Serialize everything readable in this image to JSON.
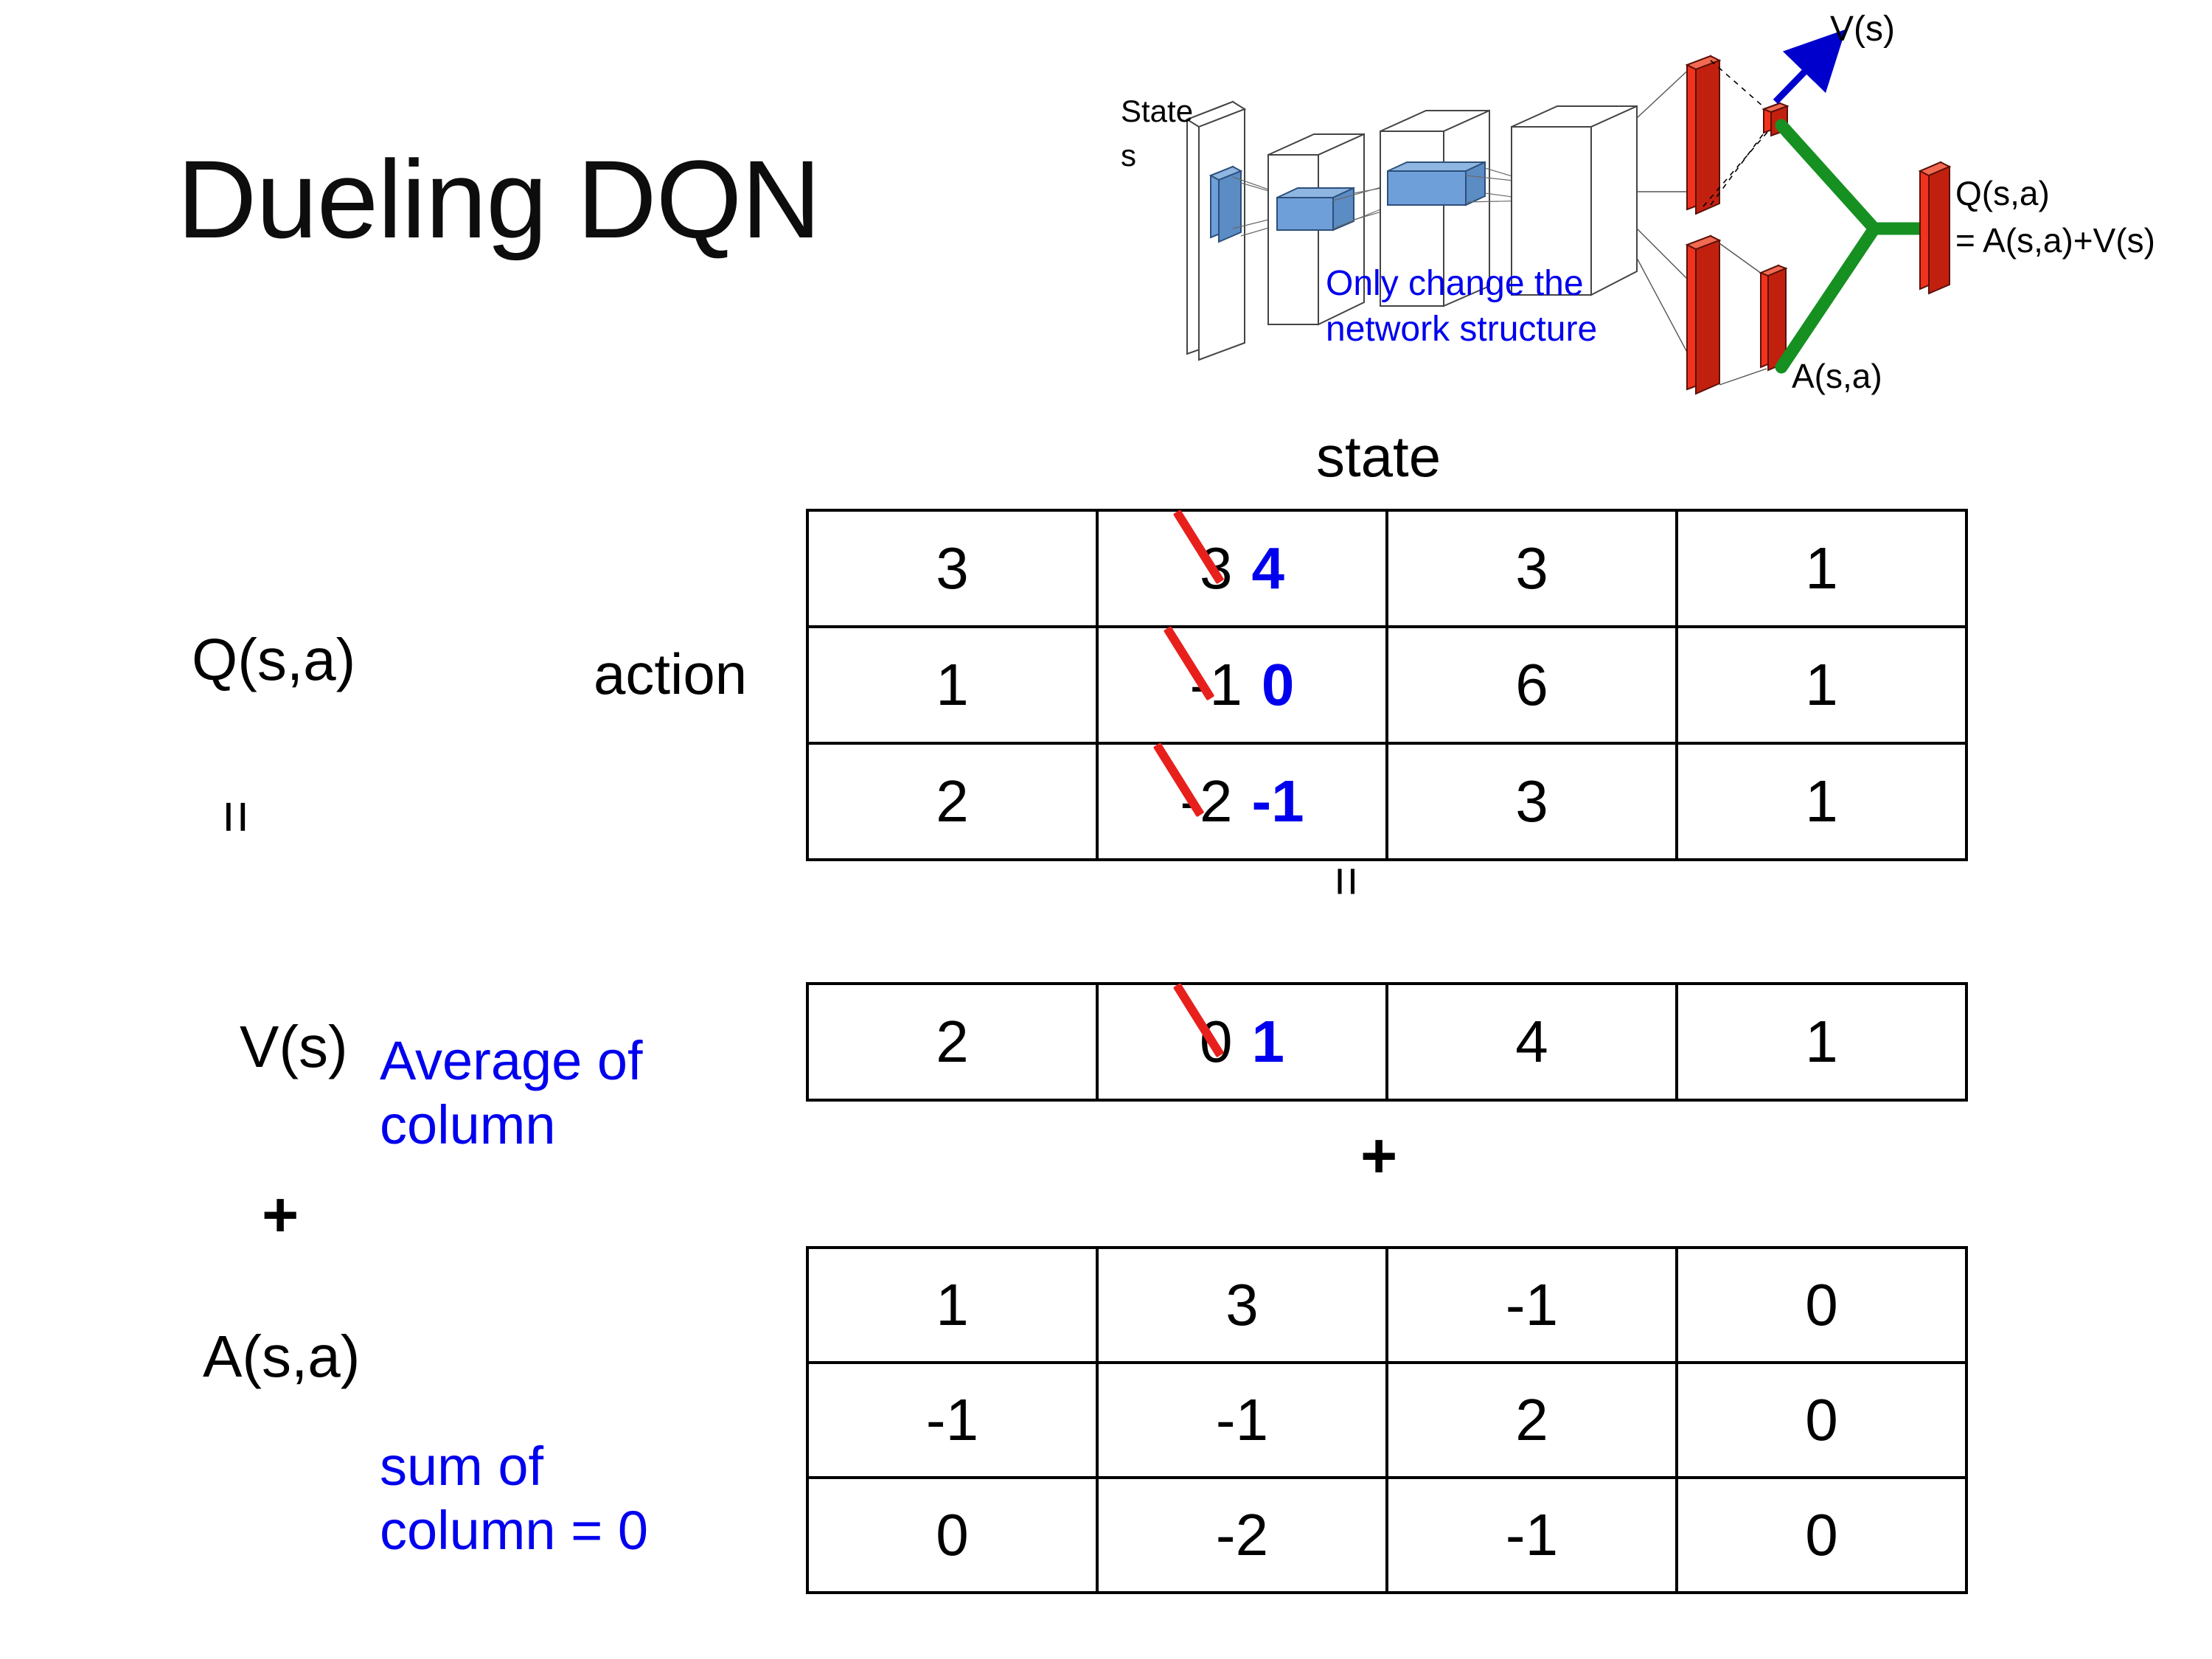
{
  "slide": {
    "title": "Dueling DQN"
  },
  "diagram": {
    "input_label_line1": "State",
    "input_label_line2": "s",
    "note_line1": "Only change the",
    "note_line2": "network structure",
    "value_label": "V(s)",
    "advantage_label": "A(s,a)",
    "q_label_line1": "Q(s,a)",
    "q_label_line2": "= A(s,a)+V(s)",
    "colors": {
      "note": "#0000EE",
      "arrow": "#0000CC",
      "bar": "#F0321E",
      "merge": "#159021",
      "block_fill": "#6F9FD8"
    }
  },
  "labels": {
    "q_table": "Q(s,a)",
    "v_table": "V(s)",
    "a_table": "A(s,a)",
    "action_axis": "action",
    "state_axis": "state",
    "equals_1": "=",
    "equals_2": "=",
    "plus_1": "+",
    "plus_2": "+",
    "note_average_line1": "Average of",
    "note_average_line2": "column",
    "note_sum_line1": "sum of",
    "note_sum_line2": "column = 0",
    "note_color": "#0000EE"
  },
  "chart_data": {
    "type": "table",
    "title": "Dueling DQN decomposition Q(s,a) = V(s) + A(s,a)",
    "xlabel": "state",
    "ylabel": "action",
    "tables": [
      {
        "name": "Q(s,a)",
        "rows": [
          [
            {
              "value": "3"
            },
            {
              "value": "3",
              "struck": true,
              "replacement": "4"
            },
            {
              "value": "3"
            },
            {
              "value": "1"
            }
          ],
          [
            {
              "value": "1"
            },
            {
              "value": "-1",
              "struck": true,
              "replacement": "0"
            },
            {
              "value": "6"
            },
            {
              "value": "1"
            }
          ],
          [
            {
              "value": "2"
            },
            {
              "value": "-2",
              "struck": true,
              "replacement": "-1"
            },
            {
              "value": "3"
            },
            {
              "value": "1"
            }
          ]
        ]
      },
      {
        "name": "V(s)",
        "rows": [
          [
            {
              "value": "2"
            },
            {
              "value": "0",
              "struck": true,
              "replacement": "1"
            },
            {
              "value": "4"
            },
            {
              "value": "1"
            }
          ]
        ]
      },
      {
        "name": "A(s,a)",
        "rows": [
          [
            {
              "value": "1"
            },
            {
              "value": "3"
            },
            {
              "value": "-1"
            },
            {
              "value": "0"
            }
          ],
          [
            {
              "value": "-1"
            },
            {
              "value": "-1"
            },
            {
              "value": "2"
            },
            {
              "value": "0"
            }
          ],
          [
            {
              "value": "0"
            },
            {
              "value": "-2"
            },
            {
              "value": "-1"
            },
            {
              "value": "0"
            }
          ]
        ]
      }
    ],
    "annotations": [
      "Average of column",
      "sum of column = 0",
      "Only change the network structure"
    ],
    "strike_color": "#E8201C",
    "replacement_color": "#0000EE"
  }
}
